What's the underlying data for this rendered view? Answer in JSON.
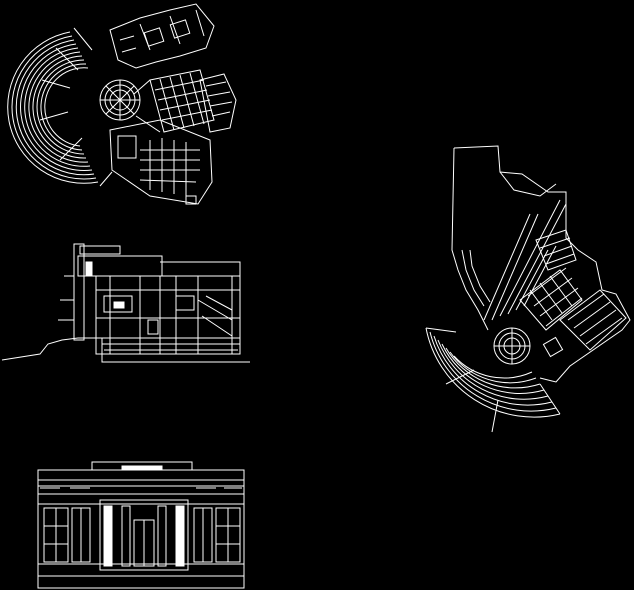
{
  "colors": {
    "background": "#000000",
    "stroke": "#ffffff"
  },
  "drawings": [
    {
      "name": "plan-drawing-top-left",
      "kind": "fan-shaped floor plan"
    },
    {
      "name": "section-drawing",
      "kind": "building section"
    },
    {
      "name": "elevation-drawing",
      "kind": "front elevation"
    },
    {
      "name": "plan-drawing-right",
      "kind": "rotated site plan"
    }
  ]
}
